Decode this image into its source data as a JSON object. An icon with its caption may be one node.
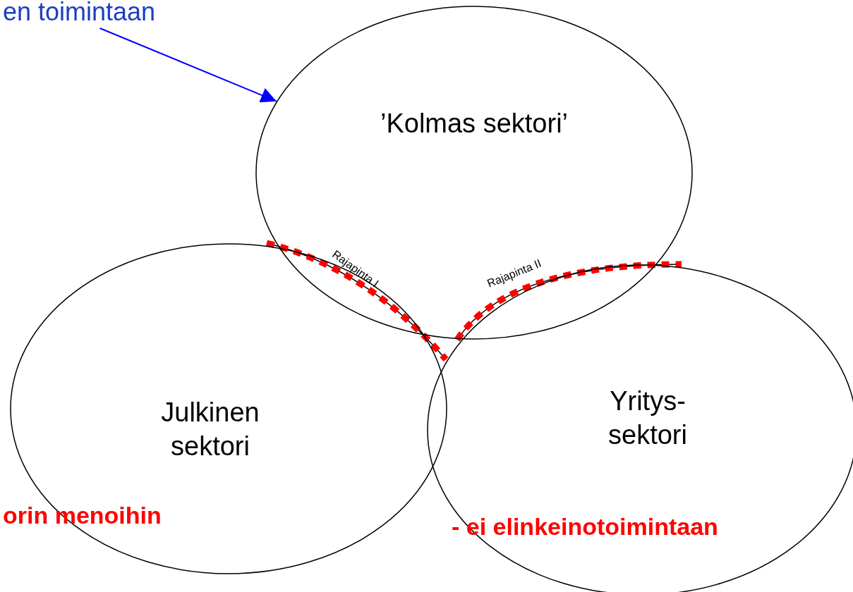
{
  "diagram": {
    "nodes": [
      {
        "text": [
          "’Kolmas sektori’"
        ]
      },
      {
        "text": [
          "Julkinen sektori"
        ]
      },
      {
        "text": [
          "Yritys- sektori"
        ]
      },
      {
        "text": [
          "en toimintaan"
        ]
      }
    ],
    "edges": [
      {
        "from": 3,
        "to": 0,
        "arrow": "to",
        "color": "#0000ff"
      }
    ],
    "labels": [
      "Rajapinta I",
      "Rajapinta II",
      "orin menoihin",
      "- ei elinkeinotoimintaan"
    ]
  }
}
